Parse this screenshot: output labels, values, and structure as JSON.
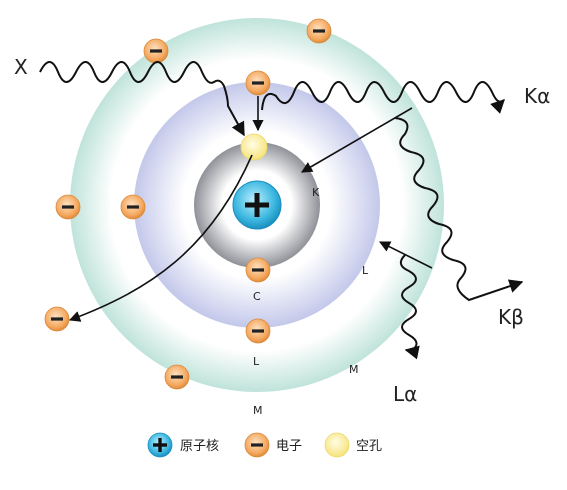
{
  "labels": {
    "xray": "X",
    "k_alpha": "Kα",
    "k_beta": "Kβ",
    "l_alpha": "Lα"
  },
  "shells": {
    "k": "K",
    "l_right": "L",
    "l_bottom": "L",
    "m_right": "M",
    "m_bottom": "M",
    "c": "C"
  },
  "legend": {
    "nucleus": "原子核",
    "electron": "电子",
    "vacancy": "空孔"
  },
  "colors": {
    "outer_shell": "#cfe9e3",
    "middle_shell": "#c9cfeb",
    "inner_shell": "#9a9ca3",
    "nucleus": "#3bb7df",
    "electron": "#f2a45c",
    "vacancy": "#fbef9a"
  },
  "icons": {
    "nucleus": "plus-sign",
    "electron": "minus-sign"
  }
}
